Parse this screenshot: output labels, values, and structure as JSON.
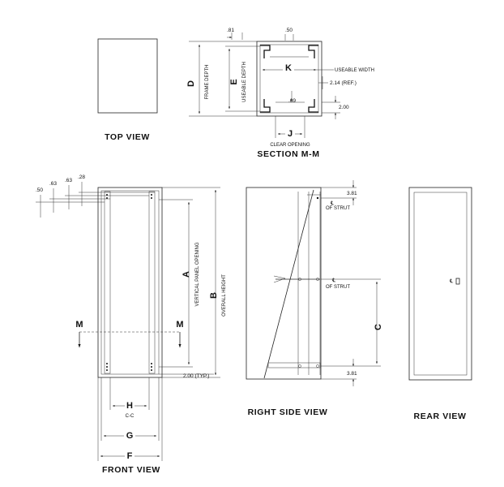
{
  "views": {
    "top": "TOP VIEW",
    "section": "SECTION  M-M",
    "front": "FRONT VIEW",
    "right_side": "RIGHT SIDE VIEW",
    "rear": "REAR VIEW"
  },
  "section": {
    "dim_81": ".81",
    "dim_50": ".50",
    "D": "D",
    "frame_depth": "FRAME DEPTH",
    "E": "E",
    "usable_depth": "USEABLE DEPTH",
    "K": "K",
    "usable_width": "USEABLE WIDTH",
    "dim_214": "2.14 (REF.)",
    "dim_69": ".69",
    "dim_200": "2.00",
    "J": "J",
    "clear_opening": "CLEAR OPENING"
  },
  "front": {
    "dim_50": ".50",
    "dim_63a": ".63",
    "dim_63b": ".63",
    "dim_28": ".28",
    "A": "A",
    "vertical_panel_opening": "VERTICAL PANEL OPENING",
    "B": "B",
    "overall_height": "OVERALL HEIGHT",
    "M_left": "M",
    "M_right": "M",
    "dim_200_typ": "2.00 (TYP.)",
    "H": "H",
    "cc": "C-C",
    "G": "G",
    "F": "F"
  },
  "side": {
    "dim_381_top": "3.81",
    "cl_top": "℄",
    "of_strut_top": "OF STRUT",
    "cl_mid": "℄",
    "of_strut_mid": "OF STRUT",
    "C": "C",
    "dim_381_bottom": "3.81"
  },
  "rear": {
    "cl": "℄"
  }
}
